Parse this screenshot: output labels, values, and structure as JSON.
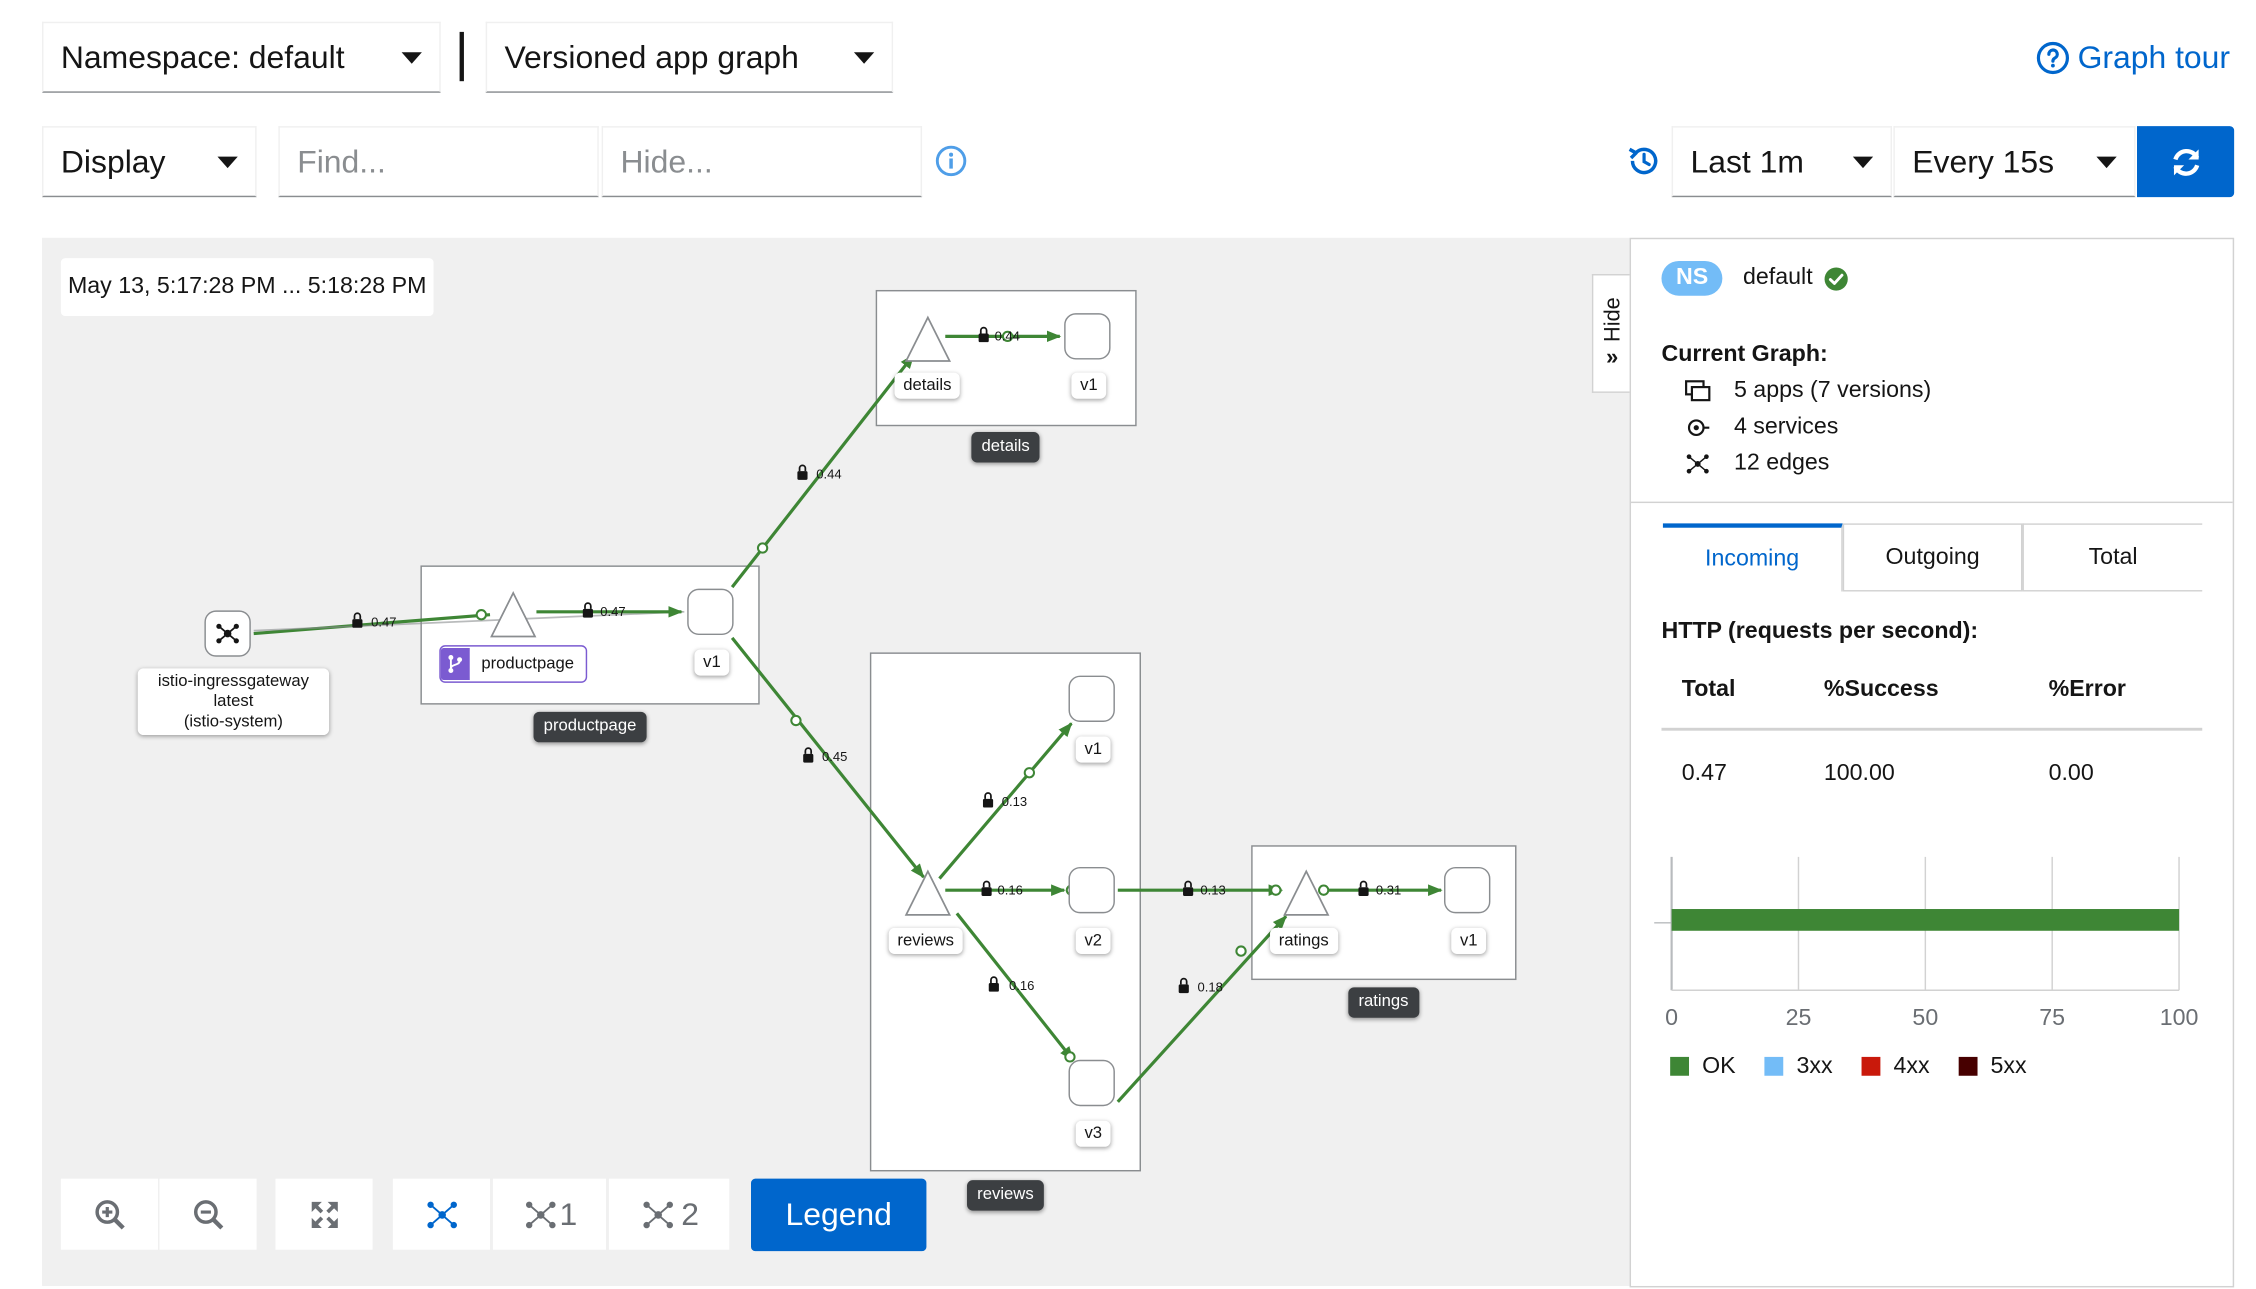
{
  "toolbar": {
    "namespace_label": "Namespace: default",
    "graph_type_label": "Versioned app graph",
    "graph_tour_label": "Graph tour",
    "display_label": "Display",
    "find_placeholder": "Find...",
    "hide_placeholder": "Hide...",
    "duration_label": "Last 1m",
    "refresh_interval_label": "Every 15s"
  },
  "graph": {
    "time_range": "May 13, 5:17:28 PM ... 5:18:28 PM",
    "nodes": {
      "gateway_label": [
        "istio-ingressgateway",
        "latest",
        "(istio-system)"
      ],
      "productpage_service": "productpage",
      "productpage_v1": "v1",
      "details_service": "details",
      "details_v1": "v1",
      "reviews_service": "reviews",
      "reviews_v1": "v1",
      "reviews_v2": "v2",
      "reviews_v3": "v3",
      "ratings_service": "ratings",
      "ratings_v1": "v1"
    },
    "boxes": {
      "productpage": "productpage",
      "details": "details",
      "reviews": "reviews",
      "ratings": "ratings"
    },
    "edges": {
      "gw_pp": "0.47",
      "pp_v1": "0.47",
      "pp_details": "0.44",
      "details_v1": "0.44",
      "pp_reviews": "0.45",
      "reviews_v1": "0.13",
      "reviews_v2": "0.16",
      "reviews_v3": "0.16",
      "v2_ratings": "0.13",
      "v3_ratings": "0.18",
      "ratings_v1": "0.31"
    },
    "controls": {
      "layout1_label": "1",
      "layout2_label": "2",
      "legend_label": "Legend"
    },
    "hide_label": "Hide"
  },
  "side_panel": {
    "ns_badge": "NS",
    "namespace": "default",
    "current_graph_title": "Current Graph:",
    "apps": "5 apps (7 versions)",
    "services": "4 services",
    "edges": "12 edges",
    "tabs": [
      "Incoming",
      "Outgoing",
      "Total"
    ],
    "http_title": "HTTP (requests per second):",
    "table": {
      "headers": [
        "Total",
        "%Success",
        "%Error"
      ],
      "row": [
        "0.47",
        "100.00",
        "0.00"
      ]
    },
    "chart_ticks": [
      "0",
      "25",
      "50",
      "75",
      "100"
    ],
    "legend": [
      {
        "label": "OK",
        "color": "#3e8635"
      },
      {
        "label": "3xx",
        "color": "#73bcf7"
      },
      {
        "label": "4xx",
        "color": "#c9190b"
      },
      {
        "label": "5xx",
        "color": "#470000"
      }
    ]
  },
  "colors": {
    "accent": "#0066cc",
    "edge_green": "#3e8635",
    "success": "#3e8635",
    "ns_badge": "#73bcf7"
  },
  "chart_data": {
    "type": "bar",
    "categories": [
      "HTTP"
    ],
    "series": [
      {
        "name": "OK",
        "values": [
          100
        ]
      },
      {
        "name": "3xx",
        "values": [
          0
        ]
      },
      {
        "name": "4xx",
        "values": [
          0
        ]
      },
      {
        "name": "5xx",
        "values": [
          0
        ]
      }
    ],
    "xlim": [
      0,
      100
    ],
    "x_ticks": [
      "0",
      "25",
      "50",
      "75",
      "100"
    ],
    "orientation": "horizontal",
    "grid": true,
    "legend_position": "bottom"
  }
}
